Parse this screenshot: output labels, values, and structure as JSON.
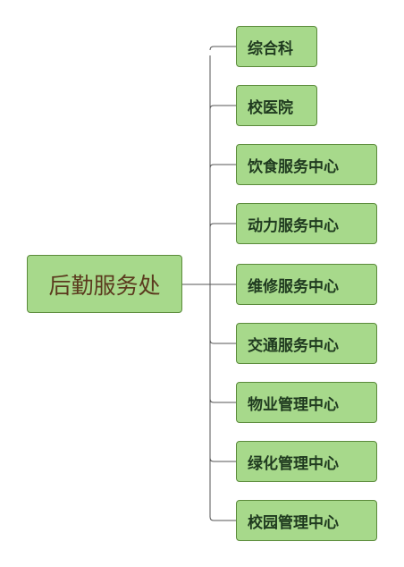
{
  "diagram": {
    "root": {
      "label": "后勤服务处"
    },
    "children": [
      {
        "label": "综合科"
      },
      {
        "label": "校医院"
      },
      {
        "label": "饮食服务中心"
      },
      {
        "label": "动力服务中心"
      },
      {
        "label": "维修服务中心"
      },
      {
        "label": "交通服务中心"
      },
      {
        "label": "物业管理中心"
      },
      {
        "label": "绿化管理中心"
      },
      {
        "label": "校园管理中心"
      }
    ],
    "colors": {
      "node_fill": "#a7d98b",
      "node_border": "#5a8a3a",
      "connector": "#555555",
      "root_text": "#5b3a1e",
      "child_text": "#1f3a1f"
    }
  }
}
